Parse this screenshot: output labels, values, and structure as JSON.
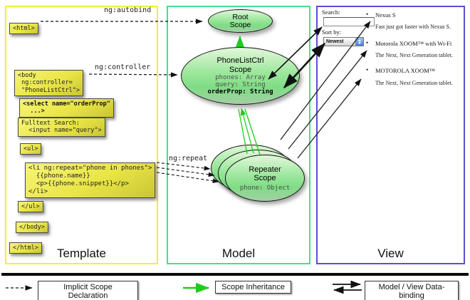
{
  "columns": {
    "template": {
      "label": "Template"
    },
    "model": {
      "label": "Model"
    },
    "view": {
      "label": "View"
    }
  },
  "template": {
    "html_open": "<html>",
    "body_open": "<body\n ng:controller=\n \"PhoneListCtrl\">",
    "select_box": "<select name=\"orderProp\"\n  ...>",
    "fulltext_box": "Fulltext Search:\n  <input name=\"query\">",
    "ul_open": "<ul>",
    "li_repeat": "<li ng:repeat=\"phone in phones\">\n  {{phone.name}}\n  <p>{{phone.snippet}}</p>\n</li>",
    "ul_close": "</ul>",
    "body_close": "</body>",
    "html_close": "</html>"
  },
  "connectors": {
    "ng_autobind": "ng:autobind",
    "ng_controller": "ng:controller",
    "ng_repeat": "ng:repeat"
  },
  "model": {
    "root_scope": {
      "title": "Root\nScope"
    },
    "phonelist_scope": {
      "title": "PhoneListCtrl\nScope",
      "prop1": "phones: Array",
      "prop2": "query: String",
      "prop3": "orderProp: String"
    },
    "repeater_scope": {
      "title": "Repeater\nScope",
      "prop": "phone: Object"
    }
  },
  "view": {
    "search_label": "Search:",
    "sort_label": "Sort by:",
    "sort_value": "Newest",
    "bullet": "•",
    "items": [
      {
        "title": "Nexus S",
        "desc": "Fast just got faster with Nexus S."
      },
      {
        "title": "Motorola XOOM™ with Wi-Fi",
        "desc": "The Next, Next Generation tablet."
      },
      {
        "title": "MOTOROLA XOOM™",
        "desc": "The Next, Next Generation tablet."
      }
    ]
  },
  "legend": {
    "implicit": "Implicit Scope Declaration",
    "inheritance": "Scope Inheritance",
    "databinding": "Model / View Data-binding"
  },
  "colors": {
    "template_border": "#f2ee3f",
    "model_border": "#44e08d",
    "view_border": "#5a4fcf",
    "box_yellow": "#e9e545",
    "scope_green": "#8ce08c",
    "inheritance_green": "#1ecc1e"
  }
}
